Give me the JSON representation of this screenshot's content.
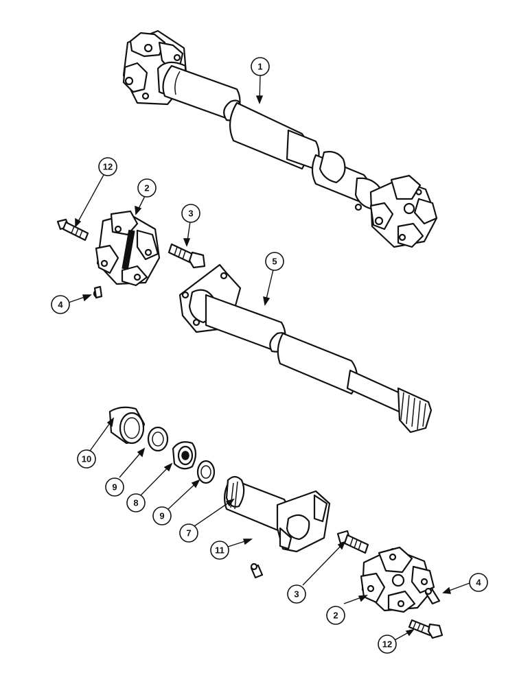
{
  "callouts": [
    {
      "id": "c1",
      "label": "1"
    },
    {
      "id": "c12a",
      "label": "12"
    },
    {
      "id": "c2a",
      "label": "2"
    },
    {
      "id": "c3a",
      "label": "3"
    },
    {
      "id": "c4a",
      "label": "4"
    },
    {
      "id": "c5",
      "label": "5"
    },
    {
      "id": "c10",
      "label": "10"
    },
    {
      "id": "c9a",
      "label": "9"
    },
    {
      "id": "c8",
      "label": "8"
    },
    {
      "id": "c9b",
      "label": "9"
    },
    {
      "id": "c7",
      "label": "7"
    },
    {
      "id": "c11",
      "label": "11"
    },
    {
      "id": "c3b",
      "label": "3"
    },
    {
      "id": "c4b",
      "label": "4"
    },
    {
      "id": "c2b",
      "label": "2"
    },
    {
      "id": "c12b",
      "label": "12"
    }
  ]
}
